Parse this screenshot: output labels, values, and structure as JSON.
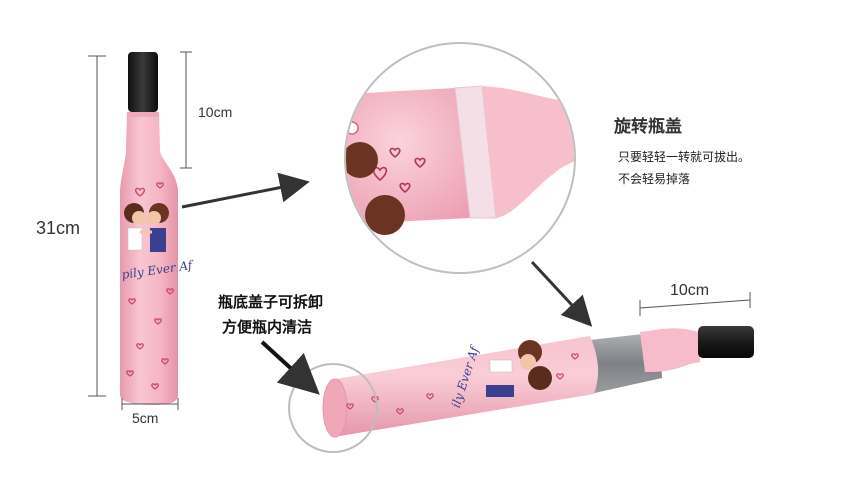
{
  "dimensions": {
    "cap_height": "10cm",
    "total_height": "31cm",
    "diameter": "5cm",
    "cap_length": "10cm"
  },
  "callouts": {
    "rotate_title": "旋转瓶盖",
    "rotate_line1": "只要轻轻一转就可拔出。",
    "rotate_line2": "不会轻易掉落",
    "bottom_line1": "瓶底盖子可拆卸",
    "bottom_line2": "方便瓶内清洁"
  },
  "print_text": {
    "upright": "pily Ever Af",
    "lying": "ily Ever Af"
  },
  "colors": {
    "body_pink": "#f4b8c6",
    "cap_black": "#1c1c1c",
    "canopy_grey": "#8f9196"
  }
}
